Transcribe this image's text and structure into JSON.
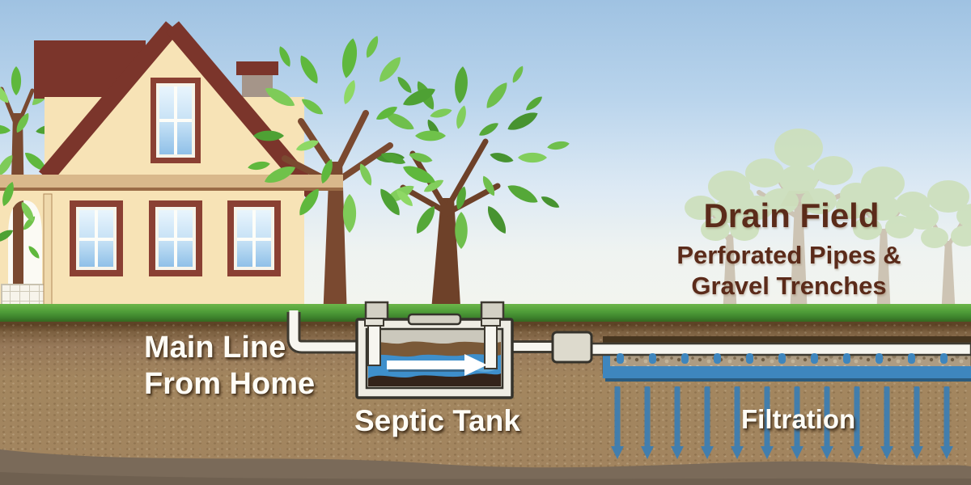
{
  "diagram": {
    "type": "septic-system-cross-section",
    "flow_direction": "left-to-right",
    "components": [
      "house",
      "trees",
      "sky",
      "grass",
      "soil",
      "main-line-pipe",
      "septic-tank",
      "scum-layer",
      "effluent-water",
      "sludge-layer",
      "inlet-baffle",
      "outlet-baffle",
      "access-risers",
      "tank-lid",
      "flow-arrow",
      "distribution-box",
      "perforated-pipe",
      "pipe-perforations",
      "gravel-trench",
      "effluent-layer",
      "filtration-arrows",
      "drain-field"
    ],
    "filtration_arrow_count": 12,
    "perforation_count": 11
  },
  "labels": {
    "main_line_1": "Main Line",
    "main_line_2": "From Home",
    "septic_tank": "Septic Tank",
    "drain_field_title": "Drain Field",
    "drain_field_sub_1": "Perforated Pipes &",
    "drain_field_sub_2": "Gravel Trenches",
    "filtration": "Filtration"
  },
  "colors": {
    "sky_top": "#9FC2E2",
    "sky_bottom": "#F3F4EE",
    "house_wall": "#F7E3B6",
    "roof_brown": "#7B352B",
    "window_frame": "#8A4033",
    "window_glass": "#BBDDF5",
    "trim_tan": "#D9B88B",
    "grass_green": "#4E9C38",
    "soil_brown": "#A1845F",
    "soil_dark": "#7A6A59",
    "pipe_white": "#F7F6F0",
    "water_blue": "#3E8FCB",
    "trench_blue": "#3E86BE",
    "arrow_blue": "#3D7EB2",
    "scum_gray": "#CBC8BC",
    "sludge_brown": "#33231A",
    "gravel_tan": "#AD9C83",
    "box_gray": "#DDDACD",
    "leaf_green": "#5FB83D",
    "trunk_brown": "#7A4930",
    "faded_leaf": "#CDE0BC",
    "faded_trunk": "#CBC1AF",
    "label_white": "#FFFDF6",
    "label_brown": "#5B2B1A"
  }
}
